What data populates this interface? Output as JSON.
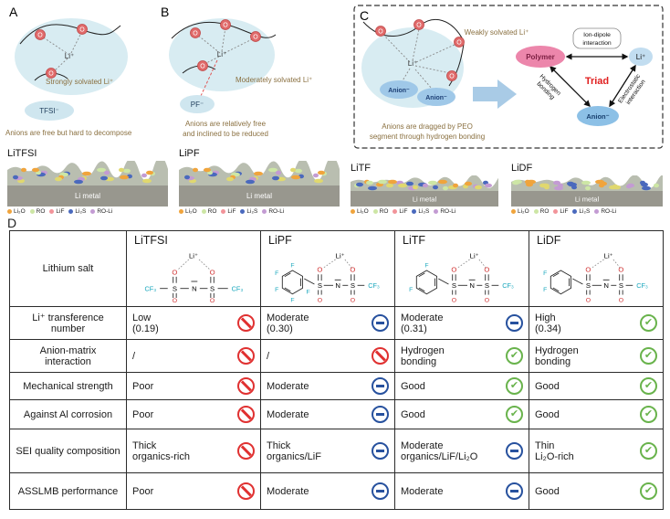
{
  "panels": {
    "a": {
      "label": "A",
      "li": "Li⁺",
      "o": "O",
      "caption": "Strongly solvated Li⁺",
      "anion": "TFSI⁻",
      "note_lines": [
        "Anions are free but hard to decompose"
      ]
    },
    "b": {
      "label": "B",
      "li": "Li⁺",
      "o": "O",
      "caption": "Moderately solvated Li⁺",
      "anion": "PF⁻",
      "note_lines": [
        "Anions are relatively free",
        "and inclined to be reduced"
      ]
    },
    "c": {
      "label": "C",
      "li": "Li⁺",
      "o": "O",
      "caption": "Weakly solvated Li⁺",
      "anions": [
        "Anion⁻",
        "Anion⁻"
      ],
      "note_lines": [
        "Anions are dragged by PEO",
        "segment through hydrogen bonding"
      ],
      "triad": {
        "center": "Triad",
        "polymer": "Polymer",
        "li": "Li⁺",
        "anion": "Anion⁻",
        "edge_top": [
          "Ion-dipole",
          "interaction"
        ],
        "edge_left": [
          "Hydrogen",
          "bonding"
        ],
        "edge_right": [
          "Electrostatic",
          "interaction"
        ]
      }
    },
    "d_label": "D"
  },
  "sei": {
    "panels": [
      {
        "title": "LiTFSI"
      },
      {
        "title": "LiPF"
      },
      {
        "title": "LiTF"
      },
      {
        "title": "LiDF"
      }
    ],
    "metal_label": "Li metal",
    "legend": [
      {
        "label": "Li₂O",
        "color": "#f0a43c"
      },
      {
        "label": "RO",
        "color": "#cde6a5"
      },
      {
        "label": "LiF",
        "color": "#f2949a"
      },
      {
        "label": "Li₂S",
        "color": "#4a69bd"
      },
      {
        "label": "RO-Li",
        "color": "#c39bd3"
      }
    ]
  },
  "table": {
    "corner": "Lithium salt",
    "columns": [
      "LiTFSI",
      "LiPF",
      "LiTF",
      "LiDF"
    ],
    "atoms": {
      "li": "Li⁺",
      "o": "O",
      "n": "N",
      "s": "S",
      "f": "F",
      "cf3": "CF₃"
    },
    "rows": [
      {
        "label": "Li⁺ transference number",
        "cells": [
          {
            "text": "Low\n(0.19)",
            "icon": "no"
          },
          {
            "text": "Moderate\n(0.30)",
            "icon": "minus"
          },
          {
            "text": "Moderate\n(0.31)",
            "icon": "minus"
          },
          {
            "text": "High\n(0.34)",
            "icon": "check"
          }
        ]
      },
      {
        "label": "Anion-matrix interaction",
        "cells": [
          {
            "text": "/",
            "icon": "no"
          },
          {
            "text": "/",
            "icon": "no"
          },
          {
            "text": "Hydrogen\nbonding",
            "icon": "check"
          },
          {
            "text": "Hydrogen\nbonding",
            "icon": "check"
          }
        ]
      },
      {
        "label": "Mechanical strength",
        "cells": [
          {
            "text": "Poor",
            "icon": "no"
          },
          {
            "text": "Moderate",
            "icon": "minus"
          },
          {
            "text": "Good",
            "icon": "check"
          },
          {
            "text": "Good",
            "icon": "check"
          }
        ]
      },
      {
        "label": "Against Al corrosion",
        "cells": [
          {
            "text": "Poor",
            "icon": "no"
          },
          {
            "text": "Moderate",
            "icon": "minus"
          },
          {
            "text": "Good",
            "icon": "check"
          },
          {
            "text": "Good",
            "icon": "check"
          }
        ]
      },
      {
        "label": "SEI quality composition",
        "cells": [
          {
            "text": "Thick\norganics-rich",
            "icon": "no"
          },
          {
            "text": "Thick\norganics/LiF",
            "icon": "minus"
          },
          {
            "text": "Moderate\norganics/LiF/Li₂O",
            "icon": "minus"
          },
          {
            "text": "Thin\nLi₂O-rich",
            "icon": "check"
          }
        ]
      },
      {
        "label": "ASSLMB performance",
        "cells": [
          {
            "text": "Poor",
            "icon": "no"
          },
          {
            "text": "Moderate",
            "icon": "minus"
          },
          {
            "text": "Moderate",
            "icon": "minus"
          },
          {
            "text": "Good",
            "icon": "check"
          }
        ]
      }
    ]
  }
}
